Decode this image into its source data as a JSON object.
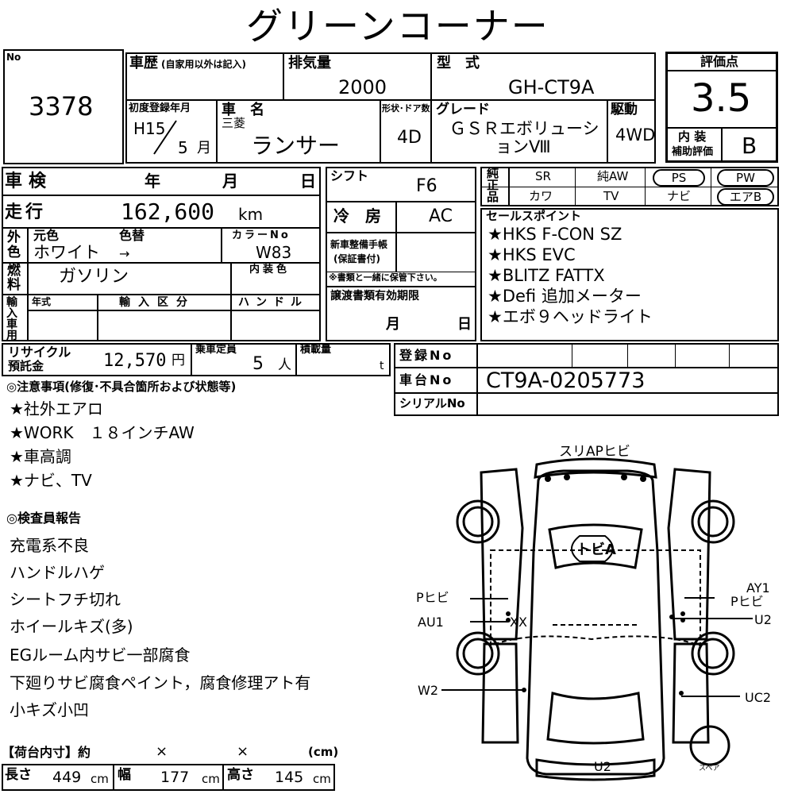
{
  "header": {
    "title": "グリーンコーナー"
  },
  "lot": {
    "no_label": "No",
    "number": "3378"
  },
  "history": {
    "label": "車歴",
    "sublabel": "(自家用以外は記入)",
    "value": ""
  },
  "displacement": {
    "label": "排気量",
    "value": "2000"
  },
  "model": {
    "label": "型　式",
    "value": "GH-CT9A"
  },
  "first_reg": {
    "label": "初度登録年月",
    "era_year": "H15",
    "month": "5",
    "month_unit": "月"
  },
  "car_name": {
    "label": "車　名",
    "maker": "三菱",
    "value": "ランサー"
  },
  "doors": {
    "label": "形状･ドア数",
    "value": "4D"
  },
  "grade": {
    "label": "グレード",
    "line1": "ＧＳＲエボリューシ",
    "line2": "ョンⅧ"
  },
  "drive": {
    "label": "駆動",
    "value": "4WD"
  },
  "rating": {
    "label": "評価点",
    "value": "3.5",
    "interior_label1": "内 装",
    "interior_label2": "補助評価",
    "interior_value": "B"
  },
  "inspection": {
    "label": "車検",
    "year": "年",
    "month": "月",
    "day": "日"
  },
  "mileage": {
    "label": "走行",
    "value": "162,600",
    "unit": "km"
  },
  "color": {
    "side1": "外",
    "side2": "色",
    "orig_label": "元色",
    "change_label": "色替",
    "value": "ホワイト",
    "arrow": "→",
    "code_label": "カラーNo",
    "code": "W83",
    "interior_label": "内装色"
  },
  "fuel": {
    "side1": "燃",
    "side2": "料",
    "value": "ガソリン"
  },
  "shift": {
    "label": "シフト",
    "value": "F6"
  },
  "ac": {
    "label": "冷　房",
    "value": "AC"
  },
  "service_book": {
    "label1": "新車整備手帳",
    "label2": "(保証書付)",
    "note": "※書類と一緒に保管下さい。"
  },
  "import": {
    "side": "輸入車用",
    "year_label": "年式",
    "class_label": "輸入区分",
    "handle_label": "ハンドル"
  },
  "transfer": {
    "label": "譲渡書類有効期限",
    "month": "月",
    "day": "日"
  },
  "equipment": {
    "side": "純正品",
    "row1": [
      "SR",
      "純AW",
      "PS",
      "PW"
    ],
    "row2": [
      "カワ",
      "TV",
      "ナビ",
      "エアB"
    ]
  },
  "sales_points": {
    "label": "セールスポイント",
    "items": [
      "★HKS F-CON SZ",
      "★HKS EVC",
      "★BLITZ FATTX",
      "★Defi 追加メーター",
      "★エボ９ヘッドライト"
    ]
  },
  "recycle": {
    "label1": "リサイクル",
    "label2": "預託金",
    "value": "12,570",
    "unit": "円"
  },
  "capacity": {
    "label": "乗車定員",
    "value": "5",
    "unit": "人"
  },
  "load": {
    "label": "積載量",
    "unit": "t"
  },
  "registration": {
    "label": "登録No",
    "value": ""
  },
  "chassis": {
    "label": "車台No",
    "value": "CT9A-0205773"
  },
  "serial": {
    "label": "シリアルNo",
    "value": ""
  },
  "notes": {
    "label": "◎注意事項(修復･不具合箇所および状態等)",
    "items": [
      "★社外エアロ",
      "★WORK　１８インチAW",
      "★車高調",
      "★ナビ、TV"
    ]
  },
  "inspector": {
    "label": "◎検査員報告",
    "items": [
      "充電系不良",
      "ハンドルハゲ",
      "シートフチ切れ",
      "ホイールキズ(多)",
      "EGルーム内サビ一部腐食",
      "下廻りサビ腐食ペイント，腐食修理アト有",
      "小キズ小凹"
    ]
  },
  "cargo": {
    "label": "【荷台内寸】約",
    "x": "×",
    "unit": "(cm)"
  },
  "dimensions": {
    "length_label": "長さ",
    "length": "449",
    "width_label": "幅",
    "width": "177",
    "height_label": "高さ",
    "height": "145",
    "unit": "cm"
  },
  "diagram": {
    "front": "スリAPヒビ",
    "hood": "トビA",
    "left_p": "Pヒビ",
    "left_au": "AU1",
    "left_xx": "XX",
    "right_ay": "AY1",
    "right_p": "Pヒビ",
    "right_u": "U2",
    "left_w": "W2",
    "right_uc": "UC2",
    "rear": "U2",
    "spare": "スペア"
  }
}
